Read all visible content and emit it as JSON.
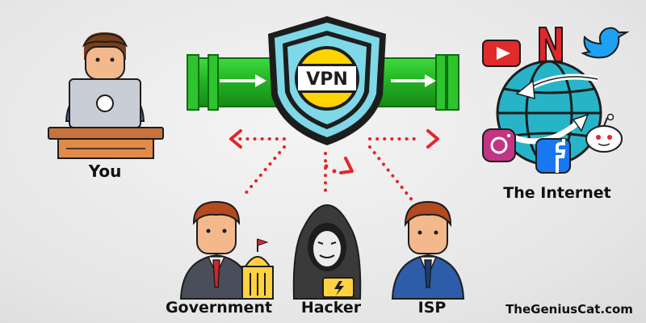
{
  "shield": {
    "text": "VPN"
  },
  "labels": {
    "you": "You",
    "internet": "The Internet",
    "government": "Government",
    "hacker": "Hacker",
    "isp": "ISP"
  },
  "watermark": "TheGeniusCat.com",
  "icons": {
    "user": "person-at-laptop-icon",
    "shield": "vpn-shield-icon",
    "internet": "globe-with-social-apps-icon",
    "government": "government-official-icon",
    "hacker": "hooded-hacker-icon",
    "isp": "isp-businessman-icon"
  },
  "colors": {
    "tunnel": "#2eb82e",
    "shield": "#7fd8e8",
    "blocked_arrows": "#e3262a"
  }
}
